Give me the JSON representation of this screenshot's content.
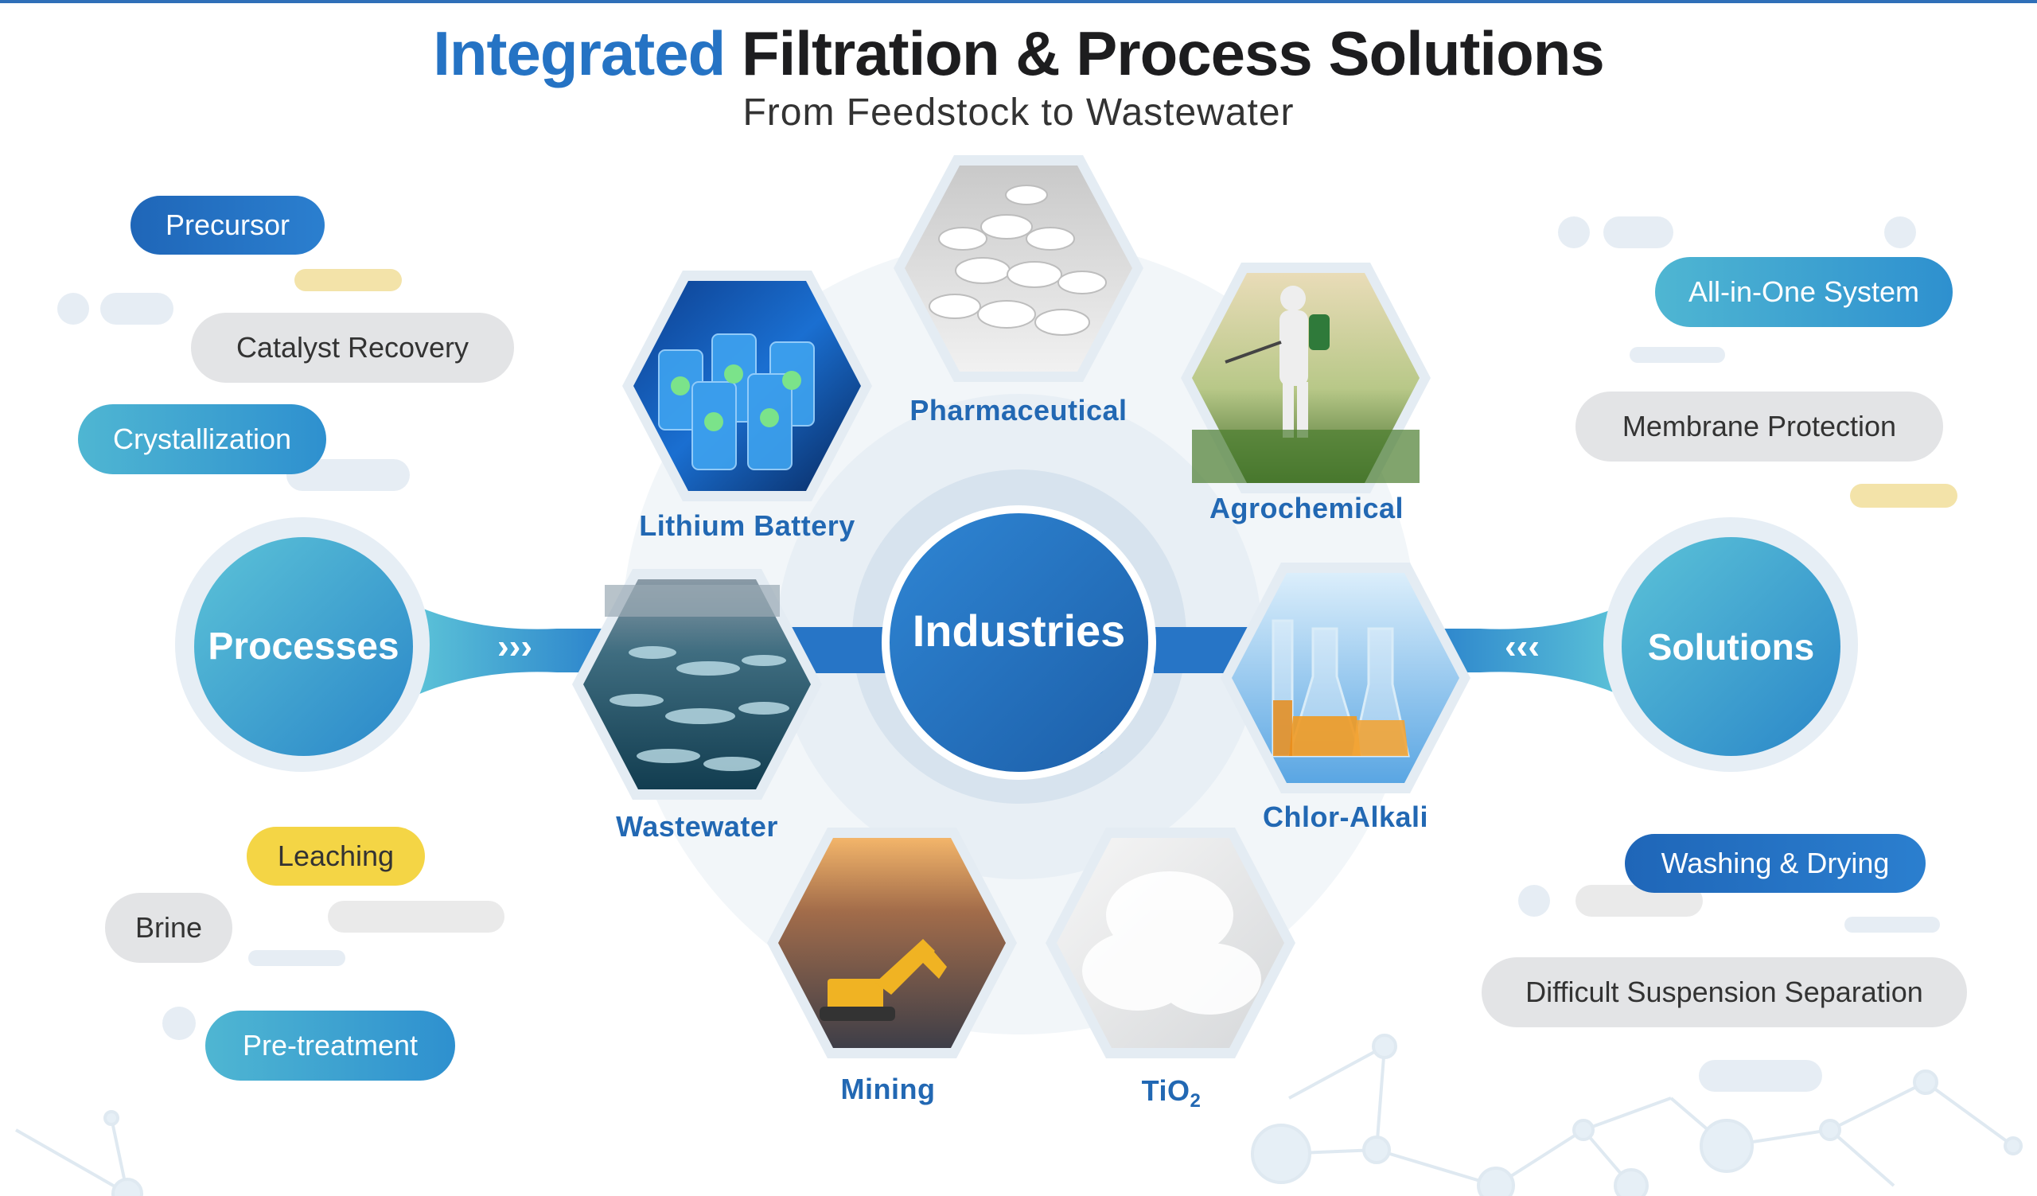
{
  "header": {
    "title_accent": "Integrated",
    "title_rest": "Filtration & Process Solutions",
    "subtitle": "From Feedstock to Wastewater"
  },
  "hubs": {
    "center": "Industries",
    "left": "Processes",
    "right": "Solutions",
    "left_arrows": "›››",
    "right_arrows": "‹‹‹"
  },
  "industries": [
    {
      "label": "Pharmaceutical",
      "icon": "pills-image"
    },
    {
      "label": "Lithium Battery",
      "icon": "battery-recycle-image"
    },
    {
      "label": "Agrochemical",
      "icon": "crop-spraying-image"
    },
    {
      "label": "Wastewater",
      "icon": "water-treatment-image"
    },
    {
      "label": "Chlor-Alkali",
      "icon": "lab-flasks-image"
    },
    {
      "label": "Mining",
      "icon": "excavator-mine-image"
    },
    {
      "label": "TiO",
      "sub": "2",
      "icon": "white-powder-image"
    }
  ],
  "processes": [
    {
      "label": "Precursor",
      "style": "blue"
    },
    {
      "label": "Catalyst Recovery",
      "style": "gray"
    },
    {
      "label": "Crystallization",
      "style": "teal"
    },
    {
      "label": "Leaching",
      "style": "yellow"
    },
    {
      "label": "Brine",
      "style": "gray"
    },
    {
      "label": "Pre-treatment",
      "style": "teal"
    }
  ],
  "solutions": [
    {
      "label": "All-in-One System",
      "style": "teal"
    },
    {
      "label": "Membrane Protection",
      "style": "gray"
    },
    {
      "label": "Washing & Drying",
      "style": "blue"
    },
    {
      "label": "Difficult Suspension Separation",
      "style": "gray"
    }
  ],
  "colors": {
    "primary": "#2573c4",
    "teal": "#4fb6d2",
    "gray_pill": "#e3e4e6",
    "yellow": "#f4d545"
  }
}
